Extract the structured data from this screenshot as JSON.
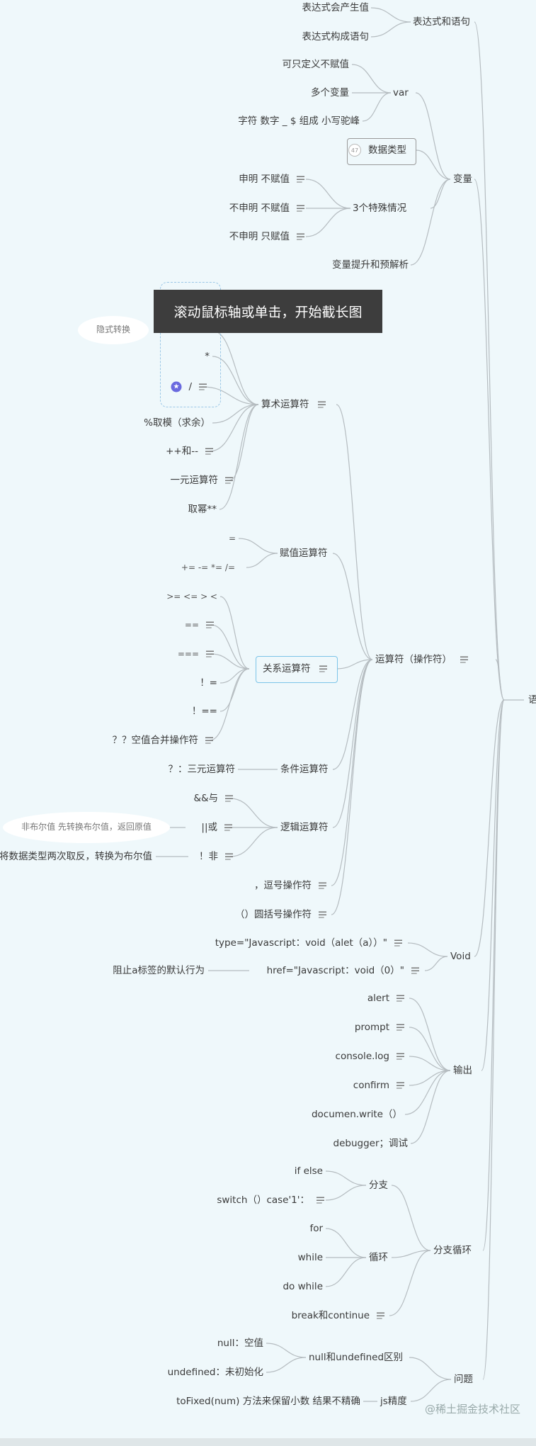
{
  "nodes": {
    "n1": "表达式会产生值",
    "n2": "表达式构成语句",
    "n3": "表达式和语句",
    "n4": "可只定义不赋值",
    "n5": "多个变量",
    "n6": "字符 数字 _ $ 组成 小写驼峰",
    "n7": "var",
    "n8": "数据类型",
    "n9": "申明 不赋值",
    "n10": "不申明 不赋值",
    "n11": "不申明 只赋值",
    "n12": "3个特殊情况",
    "n13": "变量",
    "n14": "变量提升和预解析",
    "n15": "隐式转换",
    "n16": "*",
    "n17": "/",
    "n18": "算术运算符",
    "n19": "%取模（求余）",
    "n20": "++和--",
    "n21": "一元运算符",
    "n22": "取幂**",
    "n23": "=",
    "n24": "+=  -=   *=    /=",
    "n25": "赋值运算符",
    "n26": ">=  <=  >  <",
    "n27": "==",
    "n28": "===",
    "n29": "！=",
    "n30": "！==",
    "n31": "关系运算符",
    "n32": "运算符（操作符）",
    "n33": "？？空值合并操作符",
    "n34": "？：三元运算符",
    "n35": "条件运算符",
    "n36": "&&与",
    "n37": "非布尔值 先转换布尔值，返回原值",
    "n38": "||或",
    "n39": "逻辑运算符",
    "n40": "将数据类型两次取反，转换为布尔值",
    "n41": "！非",
    "n42": "，逗号操作符",
    "n43": "（）圆括号操作符",
    "n44": "type=\"Javascript：void（alet（a））\"",
    "n45": "阻止a标签的默认行为",
    "n46": "href=\"Javascript：void（0）\"",
    "n47": "Void",
    "n48": "alert",
    "n49": "prompt",
    "n50": "console.log",
    "n51": "输出",
    "n52": "confirm",
    "n53": "documen.write（）",
    "n54": "debugger；调试",
    "n55": "if else",
    "n56": "分支",
    "n57": "switch（）case'1'：",
    "n58": "for",
    "n59": "while",
    "n60": "循环",
    "n61": "分支循环",
    "n62": "do while",
    "n63": "break和continue",
    "n64": "null：空值",
    "n65": "null和undefined区别",
    "n66": "undefined：未初始化",
    "n67": "问题",
    "n68": "toFixed(num) 方法来保留小数 结果不精确",
    "n69": "js精度",
    "n70": "语"
  },
  "badge": "47",
  "overlay_text": "滚动鼠标轴或单击，开始截长图",
  "watermark": "@稀土掘金技术社区",
  "colors": {
    "background": "#eff8fb",
    "line": "#b5bcc0",
    "highlight": "#7cc4e8",
    "overlay": "#3d3d3d"
  },
  "icons": [
    "notes-icon",
    "star-icon",
    "badge-icon"
  ]
}
